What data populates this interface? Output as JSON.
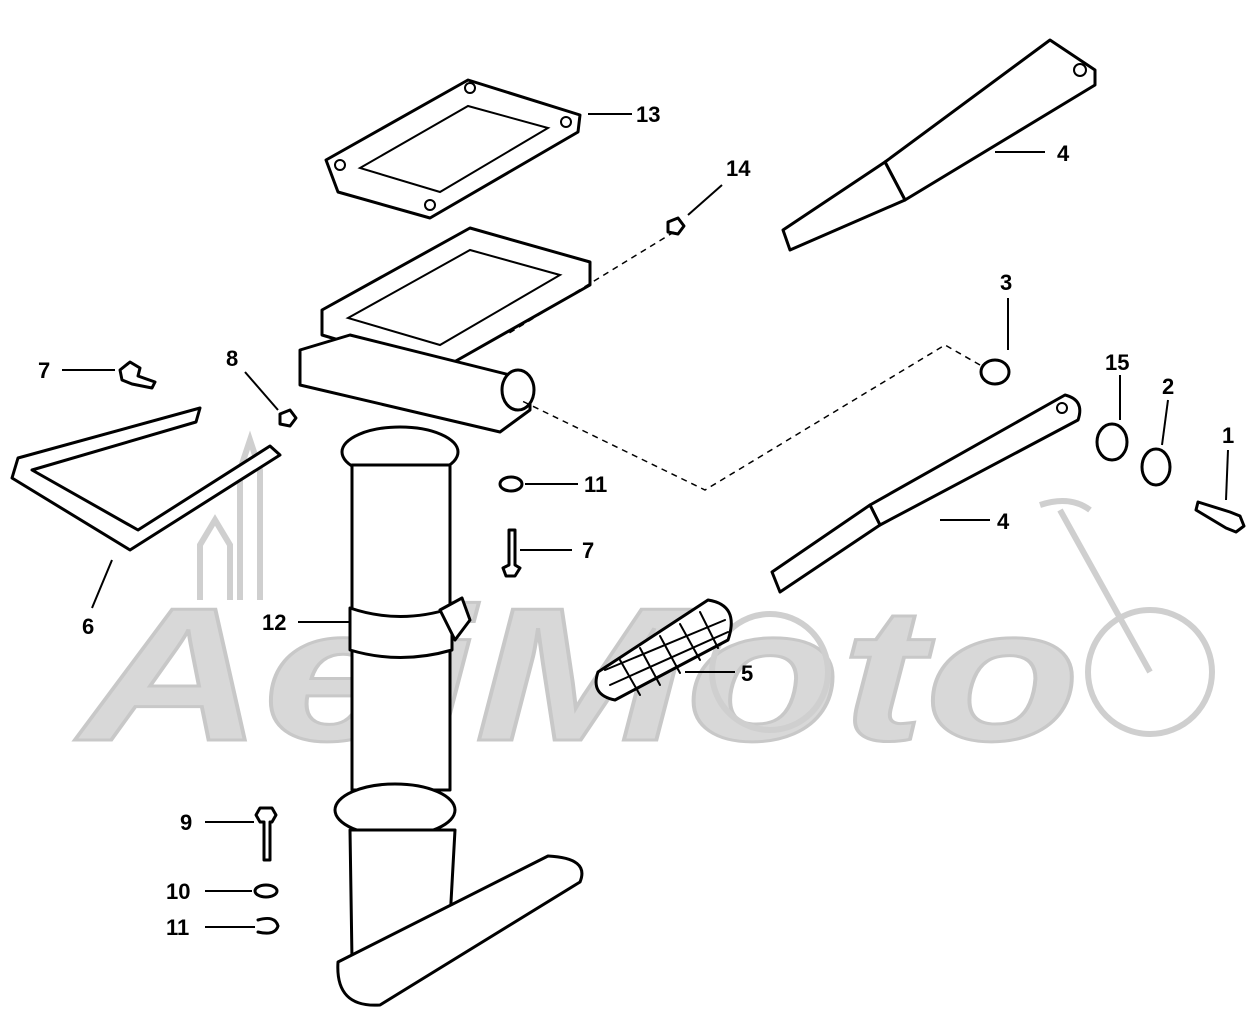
{
  "watermark": {
    "text": "AeiMoto"
  },
  "callouts": [
    {
      "id": "1",
      "label": "1"
    },
    {
      "id": "2",
      "label": "2"
    },
    {
      "id": "3",
      "label": "3"
    },
    {
      "id": "4a",
      "label": "4"
    },
    {
      "id": "4b",
      "label": "4"
    },
    {
      "id": "5",
      "label": "5"
    },
    {
      "id": "6",
      "label": "6"
    },
    {
      "id": "7a",
      "label": "7"
    },
    {
      "id": "7b",
      "label": "7"
    },
    {
      "id": "8",
      "label": "8"
    },
    {
      "id": "9",
      "label": "9"
    },
    {
      "id": "10",
      "label": "10"
    },
    {
      "id": "11a",
      "label": "11"
    },
    {
      "id": "11b",
      "label": "11"
    },
    {
      "id": "12",
      "label": "12"
    },
    {
      "id": "13",
      "label": "13"
    },
    {
      "id": "14",
      "label": "14"
    },
    {
      "id": "15",
      "label": "15"
    }
  ]
}
